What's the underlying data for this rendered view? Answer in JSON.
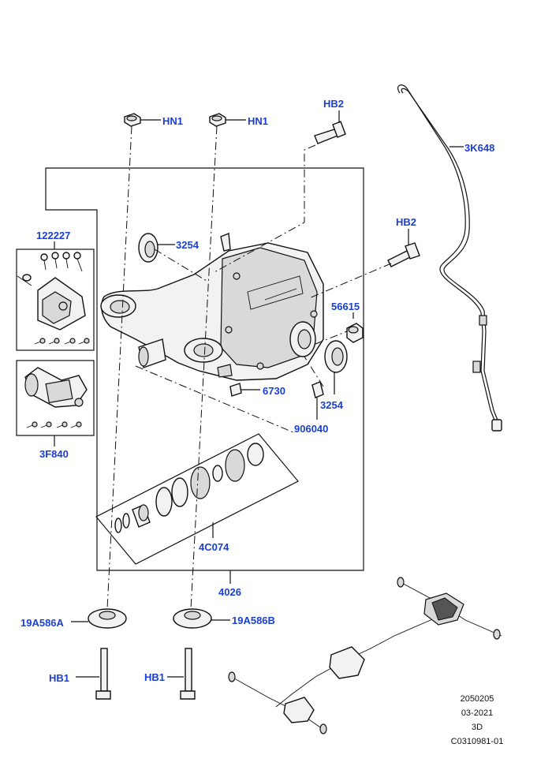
{
  "labels": {
    "hn1_left": "HN1",
    "hn1_right": "HN1",
    "hb2_top": "HB2",
    "hb2_mid": "HB2",
    "sensor": "3K648",
    "kit": "122227",
    "seal_left": "3254",
    "seal_right": "3254",
    "bushing": "56615",
    "plug": "6730",
    "breather": "906040",
    "motor": "3F840",
    "bearing_kit": "4C074",
    "diff_assy": "4026",
    "mount_a": "19A586A",
    "mount_b": "19A586B",
    "hb1_left": "HB1",
    "hb1_right": "HB1"
  },
  "meta": {
    "code": "2050205",
    "date": "03-2021",
    "view": "3D",
    "ref": "C0310981-01"
  }
}
